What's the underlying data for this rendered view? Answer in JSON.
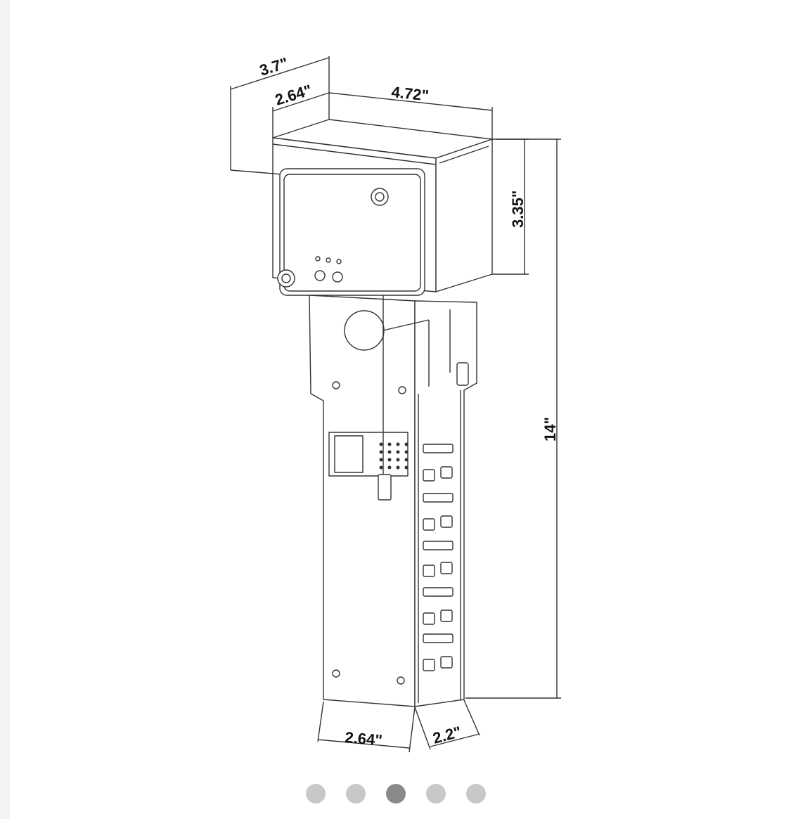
{
  "drawing": {
    "dimensions": {
      "box_depth_outer": "3.7\"",
      "box_depth_inner": "2.64\"",
      "box_width": "4.72\"",
      "box_height": "3.35\"",
      "total_height": "14\"",
      "post_width": "2.64\"",
      "post_depth": "2.2\""
    }
  },
  "carousel": {
    "count": 5,
    "active_index": 2
  },
  "colors": {
    "line": "#333333",
    "dot_inactive": "#c8c8c8",
    "dot_active": "#8a8a8a"
  }
}
